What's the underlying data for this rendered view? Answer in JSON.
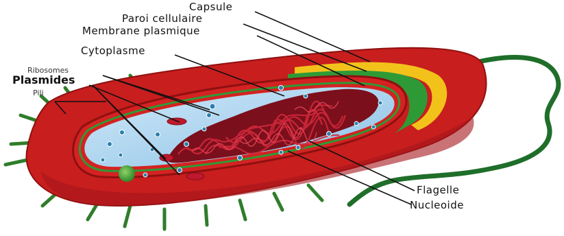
{
  "labels": {
    "capsule": "Capsule",
    "paroi": "Paroi cellulaire",
    "membrane": "Membrane plasmique",
    "cytoplasme": "Cytoplasme",
    "ribosomes": "Ribosomes",
    "plasmides": "Plasmides",
    "pili": "Pili",
    "flagelle": "Flagelle",
    "nucleoide": "Nucleoide"
  },
  "colors": {
    "capsule": "#c81e1e",
    "capsule_dark": "#8e1010",
    "wall": "#f2c21b",
    "membrane": "#2e9a36",
    "cytoplasm": "#a9d3ee",
    "nucleoid": "#a3142a",
    "plasmid": "#c0182c",
    "ribosome": "#2a7fae",
    "pili": "#2f7d2a",
    "flagellum": "#1f6e2a"
  }
}
